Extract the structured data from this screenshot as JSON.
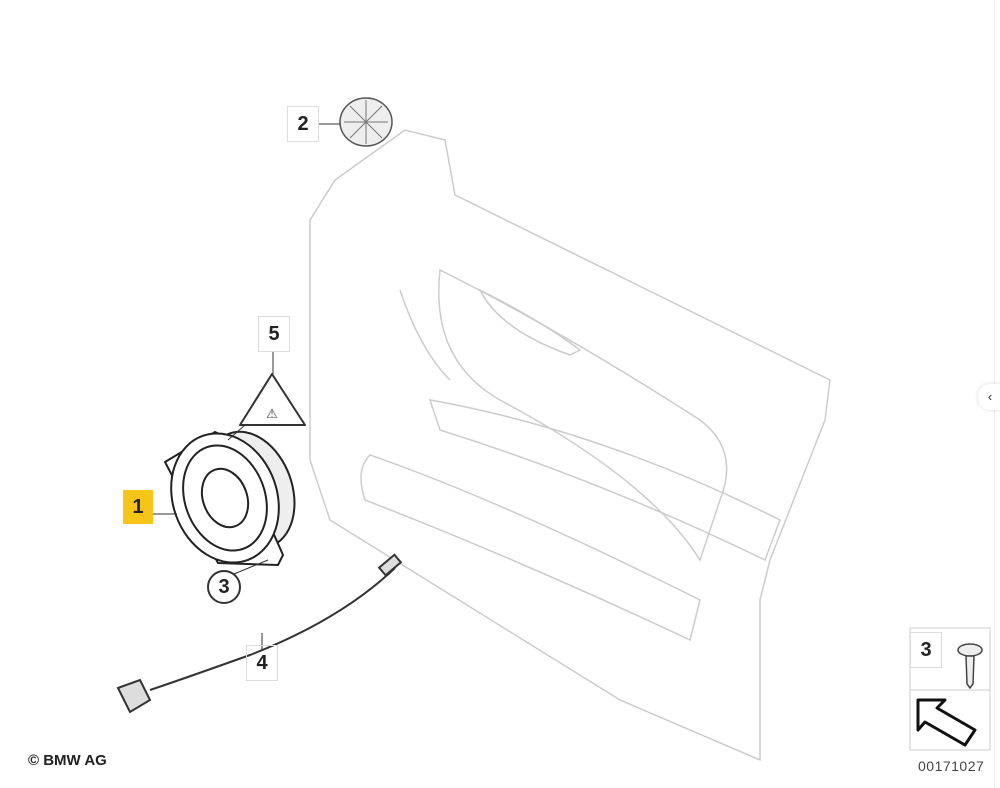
{
  "diagram": {
    "copyright": "© BMW AG",
    "image_number": "00171027",
    "callouts": [
      {
        "number": "1",
        "part": "loudspeaker",
        "highlighted": true
      },
      {
        "number": "2",
        "part": "tweeter"
      },
      {
        "number": "3",
        "part": "screw"
      },
      {
        "number": "4",
        "part": "cable"
      },
      {
        "number": "5",
        "part": "warning-label"
      }
    ],
    "legend": {
      "number": "3"
    },
    "highlight_color": "#f5c518",
    "nav_button": "‹"
  }
}
